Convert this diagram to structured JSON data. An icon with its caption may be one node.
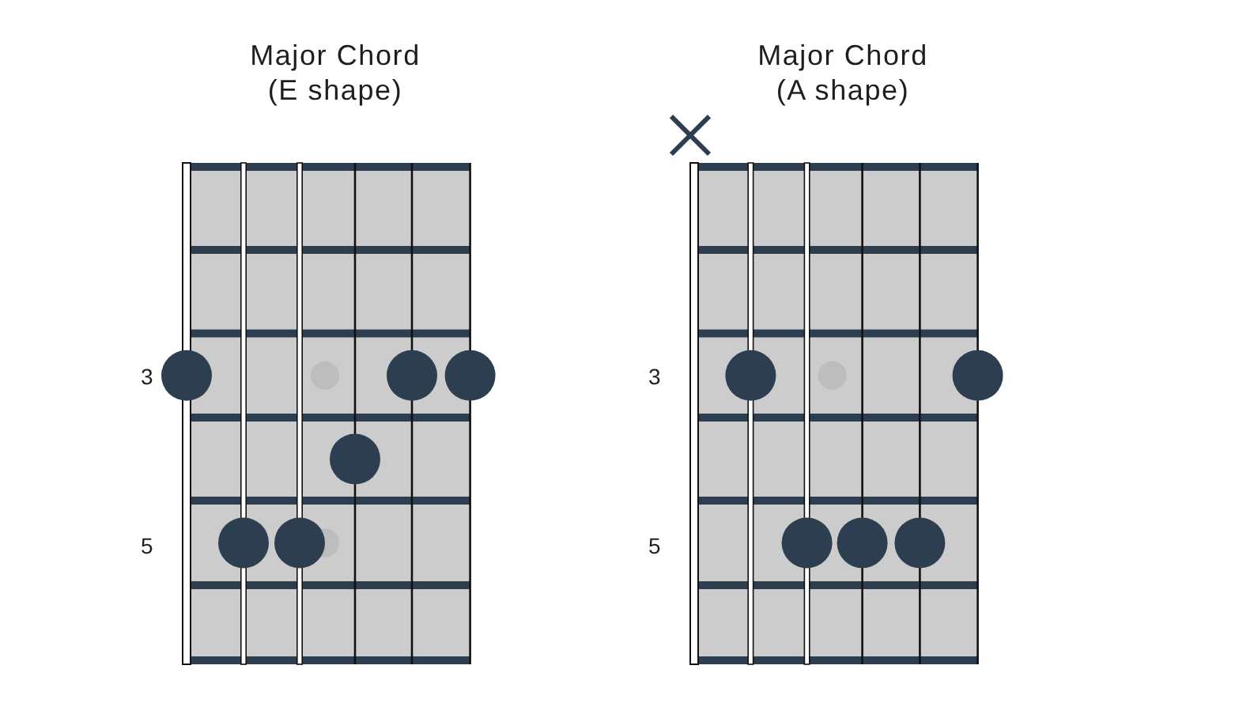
{
  "diagram": {
    "nodes": [
      {
        "text": [
          "Major Chord (E shape)"
        ]
      },
      {
        "text": [
          "Major Chord (A shape)"
        ]
      }
    ],
    "labels": [
      "3",
      "5",
      "3",
      "5"
    ]
  }
}
